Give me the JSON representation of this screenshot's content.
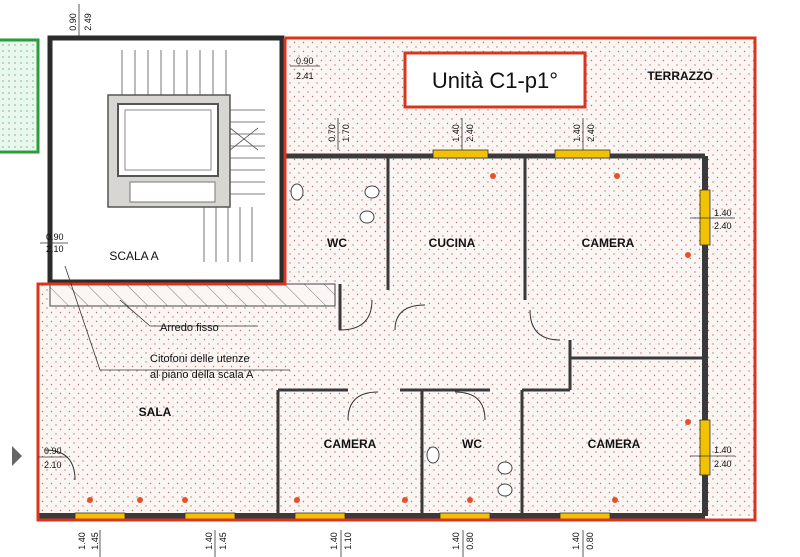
{
  "unit_title": "Unità C1-p1°",
  "rooms": {
    "terrazzo": "TERRAZZO",
    "wc_top": "WC",
    "cucina": "CUCINA",
    "camera_top": "CAMERA",
    "scala": "SCALA A",
    "sala": "SALA",
    "camera_mid": "CAMERA",
    "wc_bottom": "WC",
    "camera_right": "CAMERA"
  },
  "notes": {
    "arredo": "Arredo fisso",
    "citofoni_1": "Citofoni delle utenze",
    "citofoni_2": "al piano della scala A"
  },
  "dims": {
    "top_left_a": "0.90",
    "top_left_b": "2.49",
    "stair_win_a": "0.90",
    "stair_win_b": "2.41",
    "w1_a": "0.70",
    "w1_b": "1.70",
    "w2_a": "1.40",
    "w2_b": "2.40",
    "w3_a": "1.40",
    "w3_b": "2.40",
    "scala_door_a": "0.90",
    "scala_door_b": "2.10",
    "right_top_a": "1.40",
    "right_top_b": "2.40",
    "left_door_a": "0.90",
    "left_door_b": "2.10",
    "right_bot_a": "1.40",
    "right_bot_b": "2.40",
    "b1_a": "1.40",
    "b1_b": "1.45",
    "b2_a": "1.40",
    "b2_b": "1.45",
    "b3_a": "1.40",
    "b3_b": "1.10",
    "b4_a": "1.40",
    "b4_b": "0.80",
    "b5_a": "1.40",
    "b5_b": "0.80"
  },
  "colors": {
    "outline_red": "#d8341e",
    "wall": "#3a3a3a",
    "window_yellow": "#f2c200",
    "terrace_green": "#2a9d3a",
    "point_orange": "#e8502a",
    "floor_dot": "#b07a6a"
  }
}
